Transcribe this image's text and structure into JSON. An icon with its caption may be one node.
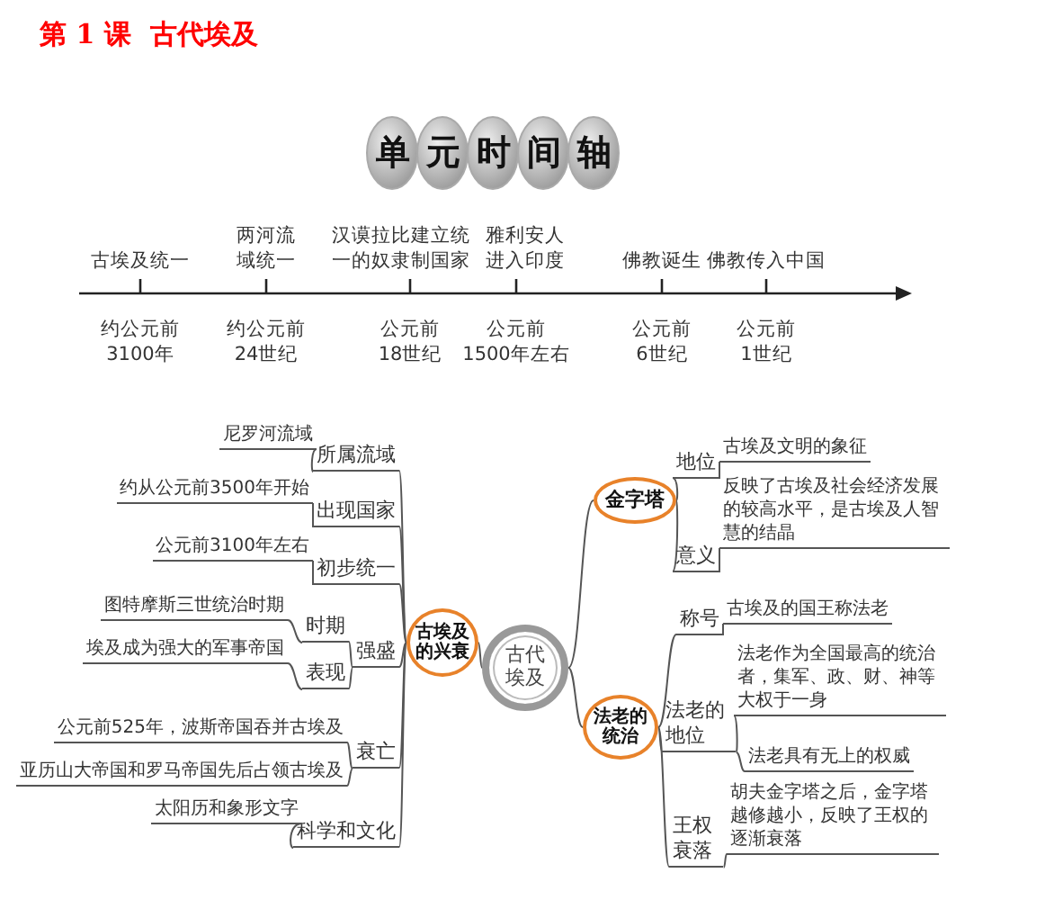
{
  "diagram": {
    "title": "第 1 课  古代埃及",
    "nodes": [
      {
        "text": [
          "古代埃及"
        ]
      },
      {
        "text": [
          "古埃及的兴衰"
        ]
      },
      {
        "text": [
          "所属流域"
        ]
      },
      {
        "text": [
          "出现国家"
        ]
      },
      {
        "text": [
          "初步统一"
        ]
      },
      {
        "text": [
          "强盛"
        ]
      },
      {
        "text": [
          "衰亡"
        ]
      },
      {
        "text": [
          "科学和文化"
        ]
      },
      {
        "text": [
          "尼罗河流域"
        ]
      },
      {
        "text": [
          "约从公元前3500年开始"
        ]
      },
      {
        "text": [
          "公元前3100年左右"
        ]
      },
      {
        "text": [
          "时期"
        ]
      },
      {
        "text": [
          "表现"
        ]
      },
      {
        "text": [
          "图特摩斯三世统治时期"
        ]
      },
      {
        "text": [
          "埃及成为强大的军事帝国"
        ]
      },
      {
        "text": [
          "公元前525年，波斯帝国吞并古埃及"
        ]
      },
      {
        "text": [
          "亚历山大帝国和罗马帝国先后占领古埃及"
        ]
      },
      {
        "text": [
          "太阳历和象形文字"
        ]
      },
      {
        "text": [
          "金字塔"
        ]
      },
      {
        "text": [
          "法老的统治"
        ]
      },
      {
        "text": [
          "地位"
        ]
      },
      {
        "text": [
          "意义"
        ]
      },
      {
        "text": [
          "古埃及文明的象征"
        ]
      },
      {
        "text": [
          "反映了古埃及社会经济发展的较高水平，是古埃及人智慧的结晶"
        ]
      },
      {
        "text": [
          "称号"
        ]
      },
      {
        "text": [
          "法老的地位"
        ]
      },
      {
        "text": [
          "王权衰落"
        ]
      },
      {
        "text": [
          "古埃及的国王称法老"
        ]
      },
      {
        "text": [
          "法老作为全国最高的统治者，集军、政、财、神等大权于一身"
        ]
      },
      {
        "text": [
          "法老具有无上的权威"
        ]
      },
      {
        "text": [
          "胡夫金字塔之后，金字塔越修越小，反映了王权的逐渐衰落"
        ]
      }
    ],
    "edges": [
      {
        "from": 0,
        "to": 1,
        "arrow": "none"
      },
      {
        "from": 1,
        "to": 2,
        "arrow": "none"
      },
      {
        "from": 1,
        "to": 3,
        "arrow": "none"
      },
      {
        "from": 1,
        "to": 4,
        "arrow": "none"
      },
      {
        "from": 1,
        "to": 5,
        "arrow": "none"
      },
      {
        "from": 1,
        "to": 6,
        "arrow": "none"
      },
      {
        "from": 1,
        "to": 7,
        "arrow": "none"
      },
      {
        "from": 2,
        "to": 8,
        "arrow": "none"
      },
      {
        "from": 3,
        "to": 9,
        "arrow": "none"
      },
      {
        "from": 4,
        "to": 10,
        "arrow": "none"
      },
      {
        "from": 5,
        "to": 11,
        "arrow": "none"
      },
      {
        "from": 5,
        "to": 12,
        "arrow": "none"
      },
      {
        "from": 11,
        "to": 13,
        "arrow": "none"
      },
      {
        "from": 12,
        "to": 14,
        "arrow": "none"
      },
      {
        "from": 6,
        "to": 15,
        "arrow": "none"
      },
      {
        "from": 6,
        "to": 16,
        "arrow": "none"
      },
      {
        "from": 7,
        "to": 17,
        "arrow": "none"
      },
      {
        "from": 0,
        "to": 18,
        "arrow": "none"
      },
      {
        "from": 0,
        "to": 19,
        "arrow": "none"
      },
      {
        "from": 18,
        "to": 20,
        "arrow": "none"
      },
      {
        "from": 18,
        "to": 21,
        "arrow": "none"
      },
      {
        "from": 20,
        "to": 22,
        "arrow": "none"
      },
      {
        "from": 21,
        "to": 23,
        "arrow": "none"
      },
      {
        "from": 19,
        "to": 24,
        "arrow": "none"
      },
      {
        "from": 19,
        "to": 25,
        "arrow": "none"
      },
      {
        "from": 19,
        "to": 26,
        "arrow": "none"
      },
      {
        "from": 24,
        "to": 27,
        "arrow": "none"
      },
      {
        "from": 25,
        "to": 28,
        "arrow": "none"
      },
      {
        "from": 25,
        "to": 29,
        "arrow": "none"
      },
      {
        "from": 26,
        "to": 30,
        "arrow": "none"
      }
    ],
    "labels": [
      "单元时间轴",
      "古埃及统一",
      "两河流域统一",
      "汉谟拉比建立统一的奴隶制国家",
      "雅利安人进入印度",
      "佛教诞生",
      "佛教传入中国",
      "约公元前3100年",
      "约公元前24世纪",
      "公元前18世纪",
      "公元前1500年左右",
      "公元前6世纪",
      "公元前1世纪"
    ]
  }
}
